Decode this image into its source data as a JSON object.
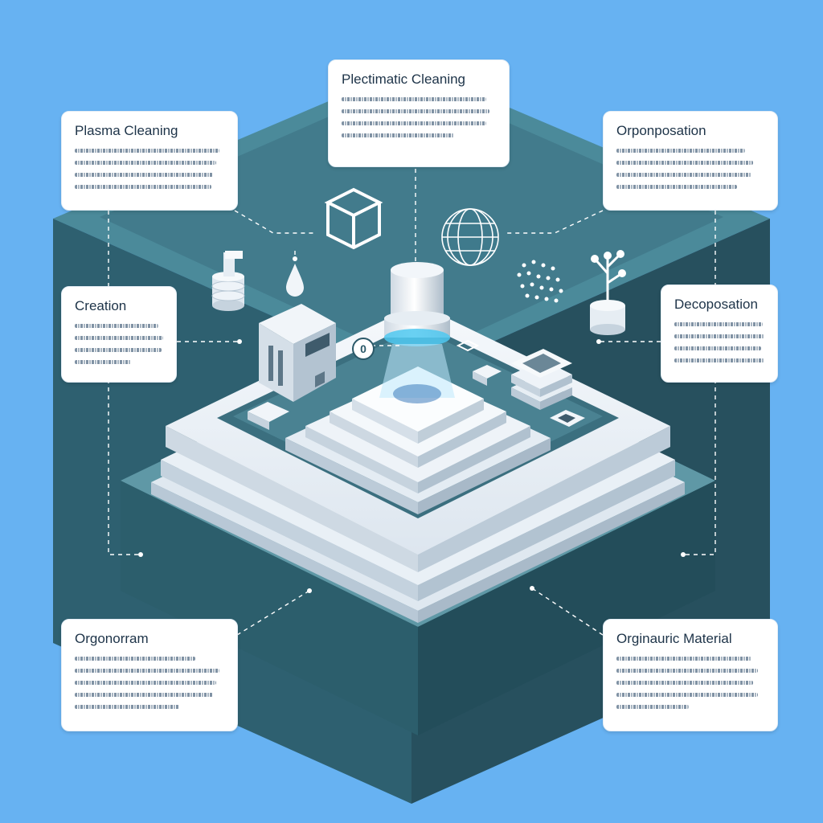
{
  "callouts": {
    "plasma_cleaning": {
      "title": "Plasma Cleaning"
    },
    "plectimatic_cleaning": {
      "title": "Plectimatic Cleaning"
    },
    "orpomposation": {
      "title": "Orponposation"
    },
    "creation": {
      "title": "Creation"
    },
    "decoposation": {
      "title": "Decoposation"
    },
    "orgonorram": {
      "title": "Orgonorram"
    },
    "orginaunic_material": {
      "title": "Orginauric Material"
    }
  },
  "chip_label": "0",
  "colors": {
    "background": "#67b2f2",
    "hex_dark": "#2a5868",
    "hex_mid": "#3c7283",
    "hex_light": "#4b8a9a",
    "platform_top": "#eef3f8",
    "platform_side": "#c9d6e2",
    "accent_cyan": "#4fc8f0",
    "text_dark": "#1d3348"
  }
}
